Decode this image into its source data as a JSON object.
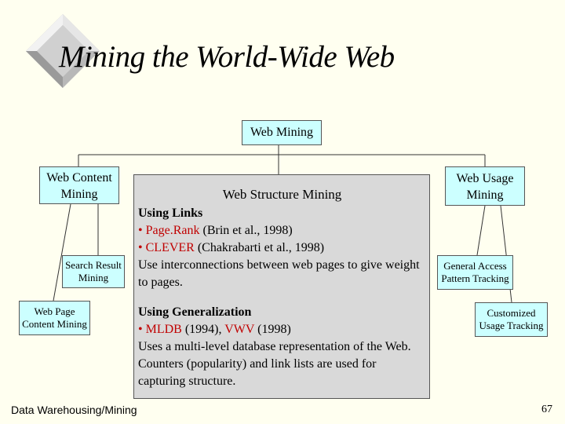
{
  "slide": {
    "title": "Mining the World-Wide Web",
    "footer_left": "Data Warehousing/Mining",
    "page_number": "67"
  },
  "diagram": {
    "root": "Web Mining",
    "content": {
      "label_line1": "Web Content",
      "label_line2": "Mining",
      "search_line1": "Search Result",
      "search_line2": "Mining",
      "page_line1": "Web Page",
      "page_line2": "Content Mining"
    },
    "structure": {
      "heading": "Web Structure Mining",
      "links_heading": "Using Links",
      "pagerank_name": "• Page.Rank",
      "pagerank_ref": " (Brin et al., 1998)",
      "clever_name": "• CLEVER",
      "clever_ref": " (Chakrabarti et al., 1998)",
      "links_desc": "Use interconnections between web pages to give weight to pages.",
      "gen_heading": "Using Generalization",
      "mldb_name": "• MLDB",
      "mldb_year": " (1994), ",
      "vwv_name": "VWV",
      "vwv_year": " (1998)",
      "gen_desc": "Uses a multi-level database representation of the Web. Counters (popularity) and link lists are used for capturing structure."
    },
    "usage": {
      "label_line1": "Web Usage",
      "label_line2": "Mining",
      "general_line1": "General Access",
      "general_line2": "Pattern Tracking",
      "custom_line1": "Customized",
      "custom_line2": "Usage Tracking"
    }
  },
  "colors": {
    "background": "#fffff0",
    "node_fill": "#ccffff",
    "structure_fill": "#d9d9d9",
    "highlight_red": "#c00000"
  }
}
